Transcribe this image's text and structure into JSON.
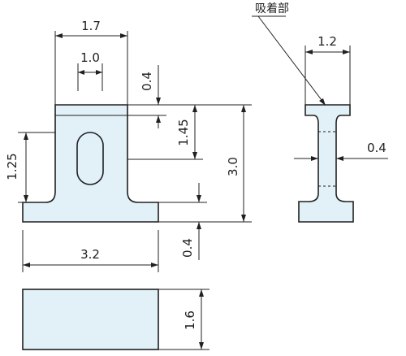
{
  "colors": {
    "part_fill": "#e2f1f8",
    "line": "#202020",
    "background": "#ffffff"
  },
  "front_view": {
    "dims": {
      "top_width": "1.7",
      "inner_width": "1.0",
      "top_flange": "0.4",
      "slot_height": "1.45",
      "total_height": "3.0",
      "left_height": "1.25",
      "base_thickness": "0.4",
      "base_width": "3.2"
    }
  },
  "side_view": {
    "suction_label": "吸着部",
    "dims": {
      "top_width": "1.2",
      "web": "0.4"
    }
  },
  "bottom_view": {
    "dims": {
      "height": "1.6"
    }
  }
}
